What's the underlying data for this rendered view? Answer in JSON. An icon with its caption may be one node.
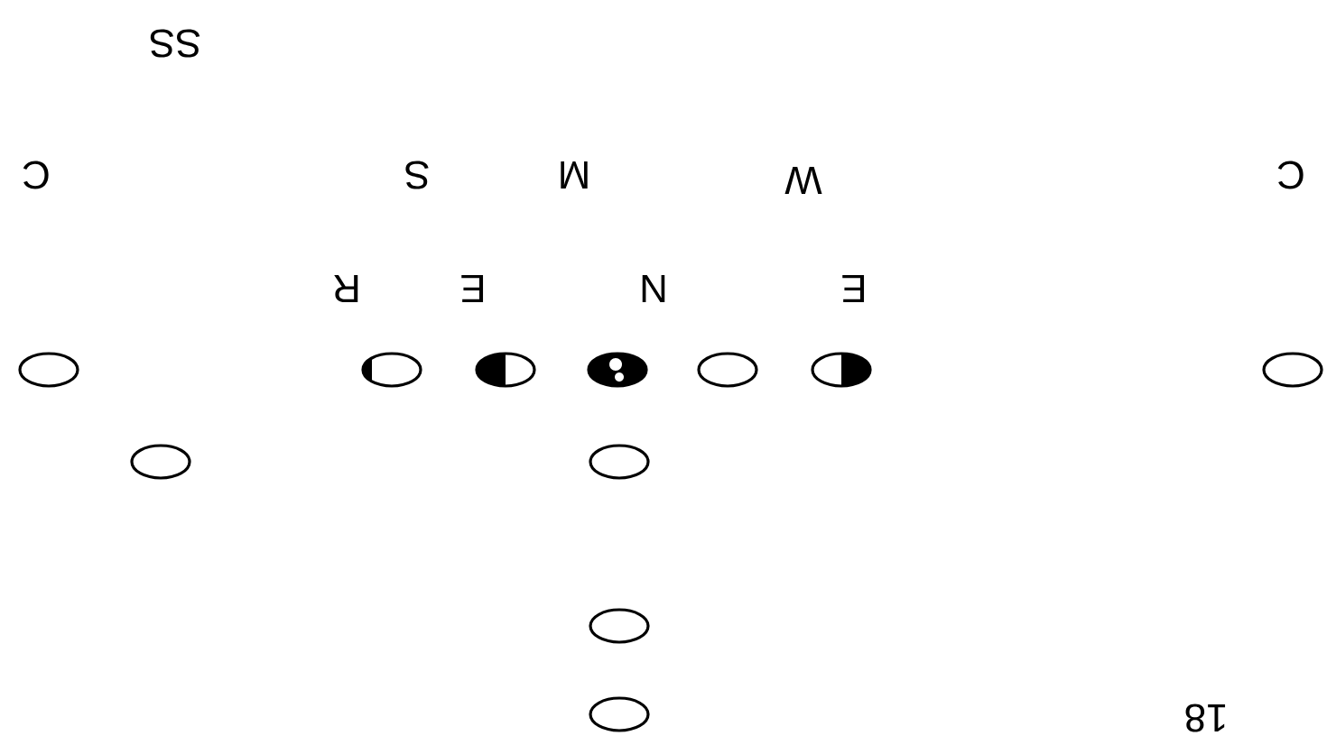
{
  "diagram": {
    "nodes": [
      {
        "text": [],
        "shape": "oval"
      },
      {
        "text": [],
        "shape": "oval"
      },
      {
        "text": [],
        "shape": "oval"
      },
      {
        "text": [],
        "shape": "oval"
      },
      {
        "text": [],
        "shape": "oval"
      },
      {
        "text": [],
        "shape": "oval"
      },
      {
        "text": [],
        "shape": "oval"
      },
      {
        "text": [],
        "shape": "oval"
      },
      {
        "text": [],
        "shape": "oval"
      },
      {
        "text": [],
        "shape": "oval"
      },
      {
        "text": [],
        "shape": "oval"
      }
    ],
    "labels": [
      "SS",
      "C",
      "S",
      "M",
      "W",
      "C",
      "R",
      "E",
      "N",
      "E",
      "18"
    ]
  }
}
